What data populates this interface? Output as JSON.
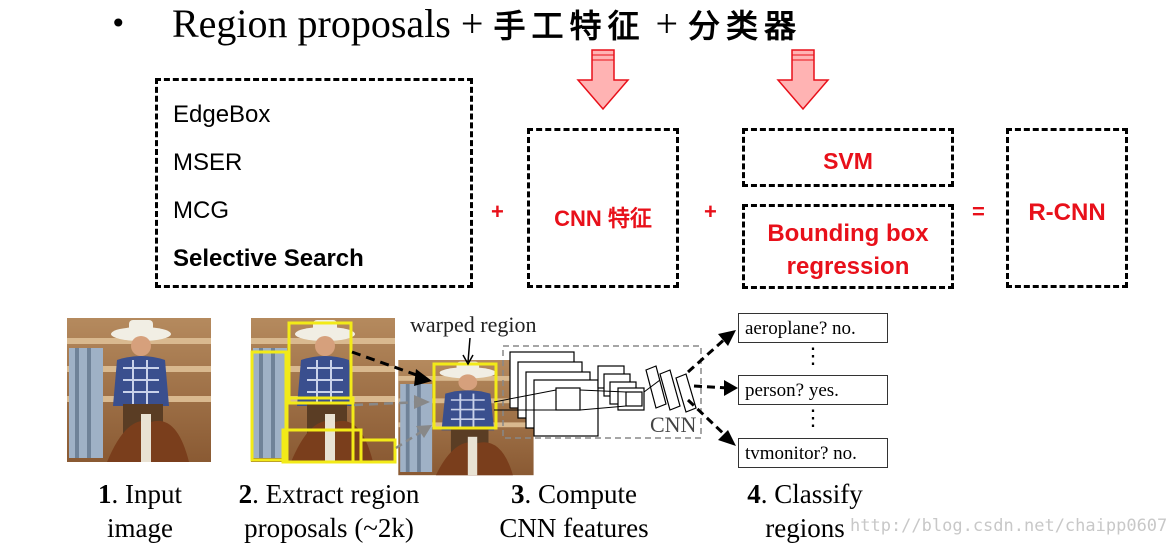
{
  "title": {
    "bullet": "•",
    "prefix": "Region proposals + ",
    "part1": "手工特征",
    "mid": " + ",
    "part2": "分类器"
  },
  "proposal_methods": [
    "EdgeBox",
    "MSER",
    "MCG"
  ],
  "proposal_highlight": "Selective Search",
  "plus_signs": [
    "+",
    "+"
  ],
  "equals": "=",
  "cnn_feature": "CNN 特征",
  "svm": "SVM",
  "bbox_regression": "Bounding box regression",
  "rcnn": "R-CNN",
  "pipeline": {
    "warped_region": "warped region",
    "cnn_label": "CNN",
    "classes": [
      "aeroplane? no.",
      "person? yes.",
      "tvmonitor? no."
    ],
    "ellipsis": "⋮",
    "steps": [
      {
        "num": "1",
        "text_a": ". Input",
        "text_b": "image"
      },
      {
        "num": "2",
        "text_a": ". Extract region",
        "text_b": "proposals (~2k)"
      },
      {
        "num": "3",
        "text_a": ". Compute",
        "text_b": "CNN features"
      },
      {
        "num": "4",
        "text_a": ". Classify",
        "text_b": "regions"
      }
    ]
  },
  "watermark": "http://blog.csdn.net/chaipp0607",
  "colors": {
    "accent_red": "#e8101a",
    "arrow_fill": "#ffb3b3",
    "yellow": "#f2ea18"
  }
}
